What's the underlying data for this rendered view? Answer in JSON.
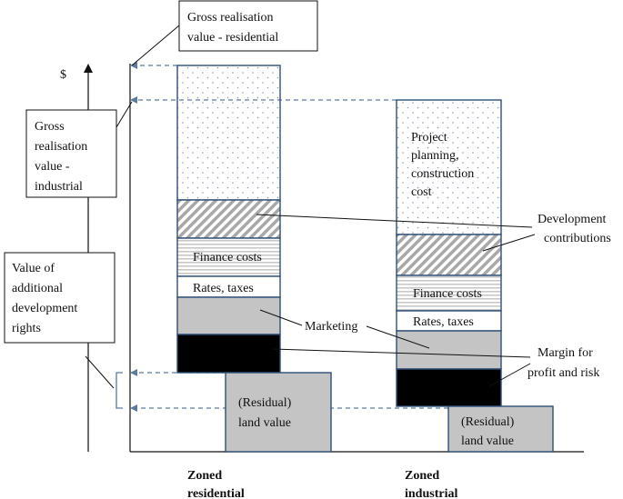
{
  "axis": {
    "y_symbol": "$"
  },
  "callouts": {
    "gross_residential": [
      "Gross realisation",
      "value - residential"
    ],
    "gross_industrial": [
      "Gross",
      "realisation",
      "value -",
      "industrial"
    ],
    "additional_rights": [
      "Value of",
      "additional",
      "development",
      "rights"
    ],
    "development_contributions": [
      "Development",
      "contributions"
    ],
    "marketing": "Marketing",
    "margin": [
      "Margin for",
      "profit and risk"
    ]
  },
  "residential": {
    "finance_costs": "Finance costs",
    "rates_taxes": "Rates, taxes",
    "land_value": [
      "(Residual)",
      "land value"
    ],
    "label": [
      "Zoned",
      "residential"
    ]
  },
  "industrial": {
    "project_cost": [
      "Project",
      "planning,",
      "construction",
      "cost"
    ],
    "finance_costs": "Finance costs",
    "rates_taxes": "Rates, taxes",
    "land_value": [
      "(Residual)",
      "land value"
    ],
    "label": [
      "Zoned",
      "industrial"
    ]
  },
  "colors": {
    "border": "#2f4f78",
    "dashed": "#5a7aa0",
    "grey_fill": "#c4c4c4",
    "black_fill": "#000000",
    "dots": "#8a9bb0"
  }
}
